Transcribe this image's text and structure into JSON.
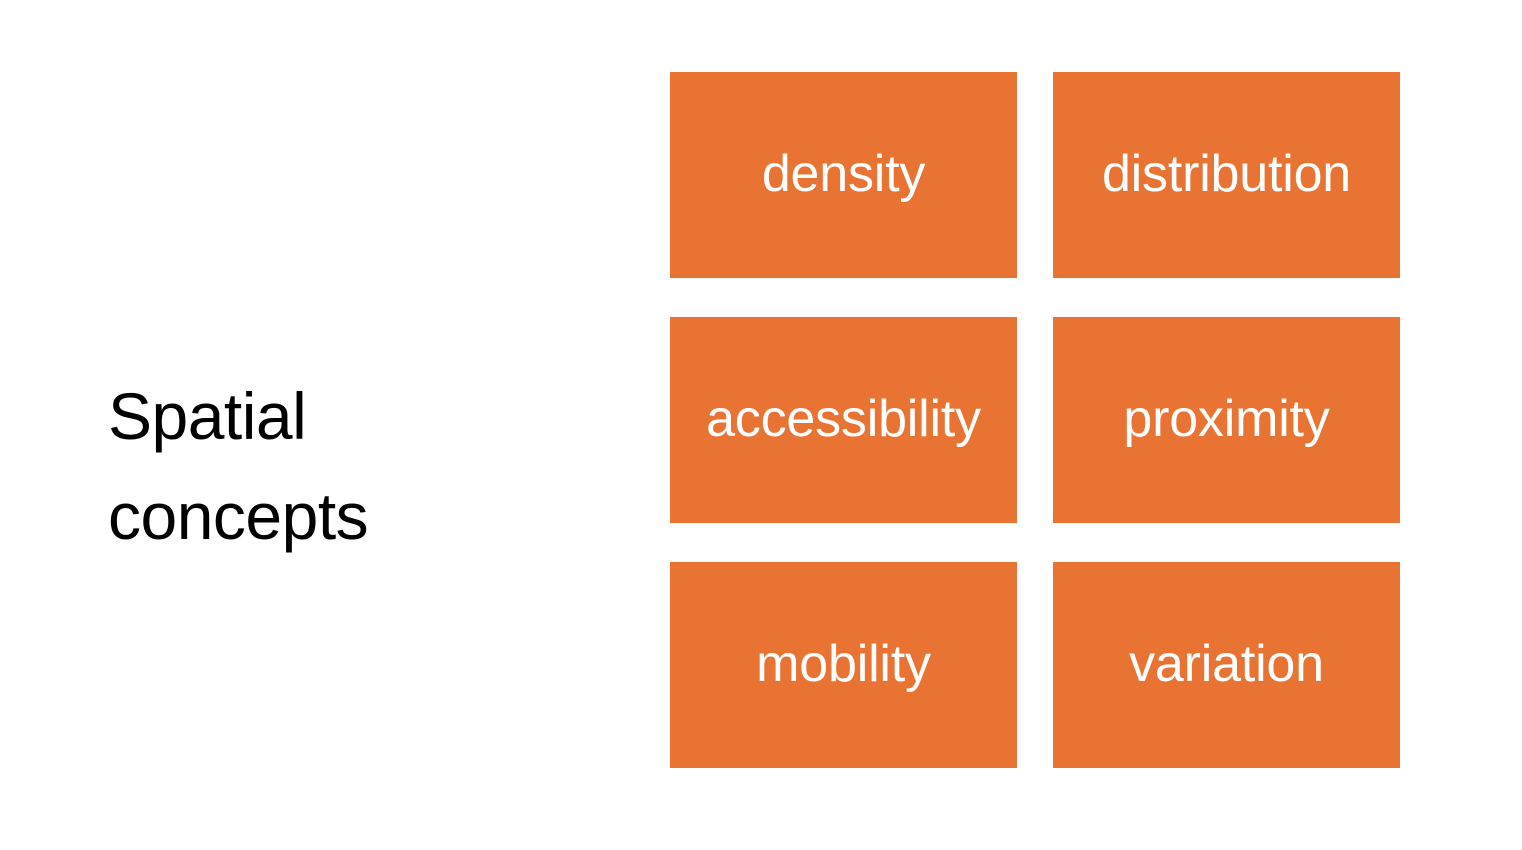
{
  "slide": {
    "background_color": "#ffffff",
    "heading": "Spatial\nconcepts",
    "heading_color": "#000000",
    "tile_color": "#E87333",
    "tile_text_color": "#ffffff"
  },
  "grid": {
    "columns": 2,
    "rows": 3,
    "tiles": [
      {
        "label": "density"
      },
      {
        "label": "distribution"
      },
      {
        "label": "accessibility"
      },
      {
        "label": "proximity"
      },
      {
        "label": "mobility"
      },
      {
        "label": "variation"
      }
    ]
  }
}
